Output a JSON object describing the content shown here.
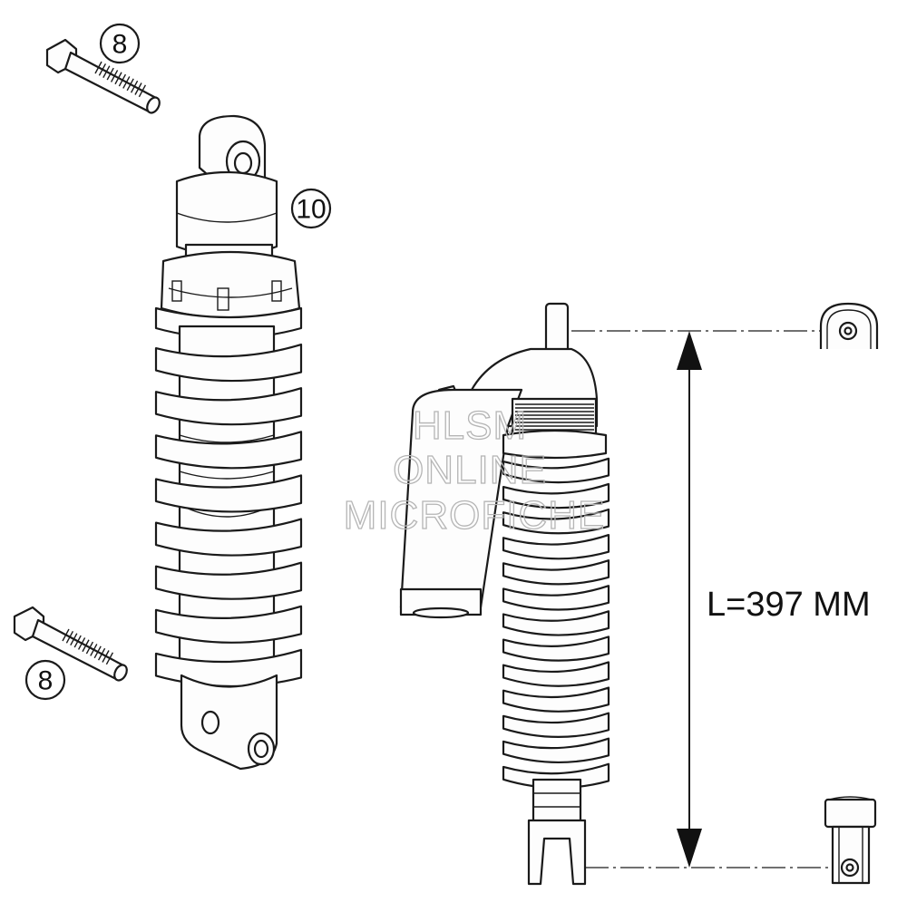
{
  "callouts": [
    {
      "id": "bolt-top",
      "label": "8"
    },
    {
      "id": "shock-absorber",
      "label": "10"
    },
    {
      "id": "bolt-bottom",
      "label": "8"
    }
  ],
  "dimension": {
    "label": "L=397 MM"
  },
  "watermark": {
    "line1": "HLSM",
    "line2": "ONLINE",
    "line3": "MICROFICHE"
  }
}
